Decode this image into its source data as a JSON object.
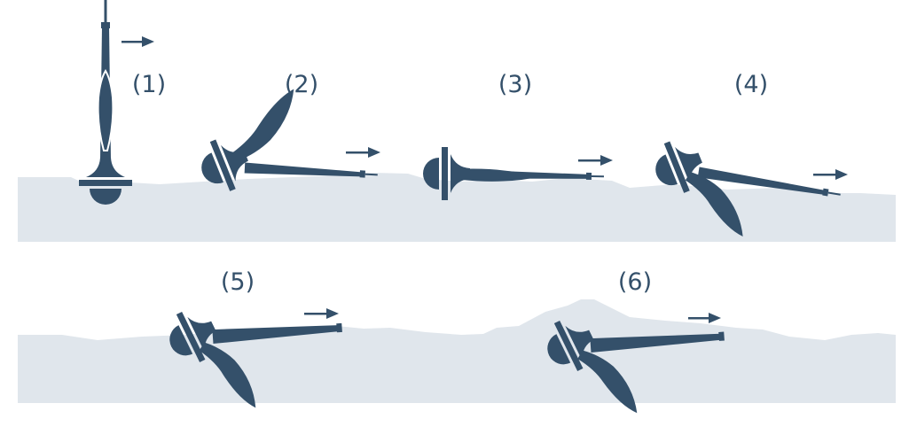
{
  "stages": [
    {
      "label": "(1)"
    },
    {
      "label": "(2)"
    },
    {
      "label": "(3)"
    },
    {
      "label": "(4)"
    },
    {
      "label": "(5)"
    },
    {
      "label": "(6)"
    }
  ],
  "colors": {
    "anchor": "#34506a",
    "seabed": "#e0e6ec",
    "background": "#ffffff"
  }
}
